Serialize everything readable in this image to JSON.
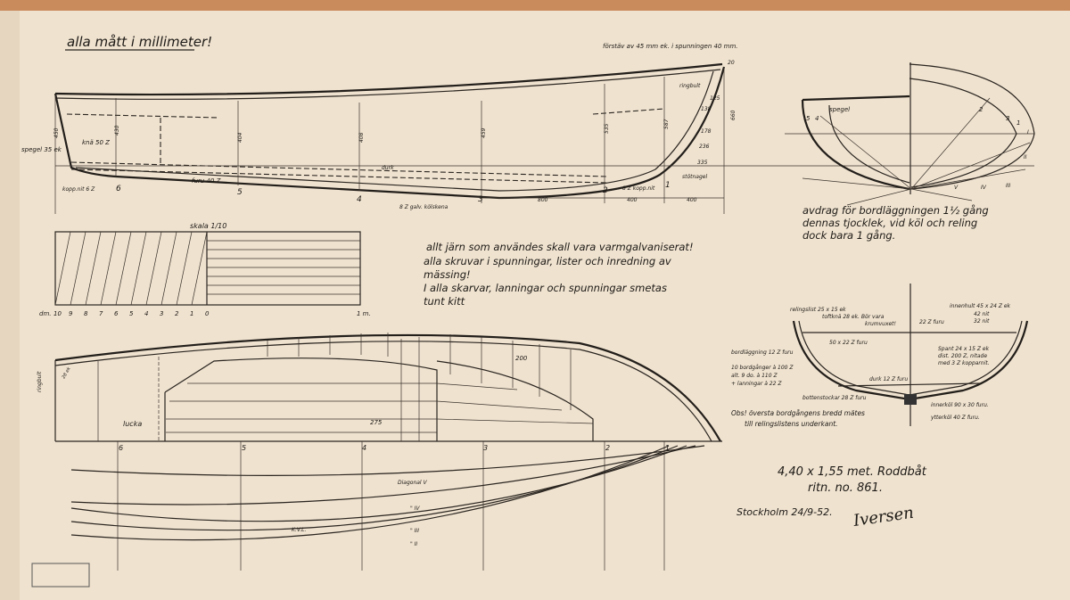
{
  "header_note": "alla mått i millimeter!",
  "stem_note": "förstäv av 45 mm ek. i spunningen 40 mm.",
  "profile": {
    "labels": {
      "transom": "spegel 35 ek",
      "knee": "knä 50 Z",
      "keel": "furu 40 Z",
      "rivet": "kopp.nit 6 Z",
      "ringbolt": "ringbult",
      "stem_bolt": "stötnagel",
      "rivet8": "8 Z kopp.nit",
      "keel_band": "8 Z galv. kölskena",
      "floor": "durk"
    },
    "stations": [
      "6",
      "5",
      "4",
      "3",
      "2",
      "1"
    ],
    "heights": [
      "404",
      "408",
      "459",
      "535",
      "587",
      "660",
      "430",
      "450"
    ],
    "stem_offsets": [
      "20",
      "125",
      "138",
      "178",
      "236",
      "335"
    ],
    "spacing": [
      "800",
      "400",
      "400"
    ]
  },
  "scale": {
    "title": "skala 1/10",
    "unit_left": "dm.",
    "ticks": [
      "10",
      "9",
      "8",
      "7",
      "6",
      "5",
      "4",
      "3",
      "2",
      "1",
      "0"
    ],
    "unit_right": "1 m."
  },
  "notes": [
    "allt järn som användes skall vara varmgalvaniserat!",
    "alla skruvar i spunningar, lister och inredning av",
    "mässing!",
    "I alla skarvar, lanningar och spunningar smetas",
    "tunt kitt"
  ],
  "body_plan": {
    "label": "spegel",
    "numbers": [
      "5",
      "4",
      "3",
      "2",
      "1"
    ],
    "diagonals": [
      "I",
      "II",
      "III",
      "IV",
      "V"
    ],
    "note": [
      "avdrag för bordläggningen 1½ gång",
      "dennas tjocklek, vid köl och reling",
      "dock bara 1 gång."
    ]
  },
  "section": {
    "gunwale": "relingslist 25 x 15 ek",
    "thwart_knee": "toftknä 28 ek. Bör vara",
    "thwart_knee2": "krumvuxet!",
    "thwart": "22 Z furu",
    "inwale": "innenhult 45 x 24 Z ek",
    "rivet42": "42 nit",
    "rivet32": "32 nit",
    "riser": "50 x 22 Z furu",
    "planking": "bordläggning 12 Z furu",
    "strakes1": "10 bordgånger à 100 Z",
    "strakes2": "alt. 9 do. à 110 Z",
    "strakes3": "+ lanningar à 22 Z",
    "frames1": "Spant 24 x 15 Z ek",
    "frames2": "dist. 200 Z, nitade",
    "frames3": "med 3 Z kopparnit.",
    "floorboards": "durk 12 Z furu",
    "floors": "bottenstockar 28 Z furu",
    "inner_keel": "innerköl 90 x 30 furu.",
    "outer_keel": "ytterköl 40 Z furu.",
    "obs1": "Obs! översta bordgångens bredd mätes",
    "obs2": "till relingslistens underkant."
  },
  "plan": {
    "ringbolt": "ringbult",
    "knee": "28 ek",
    "hatch": "lucka",
    "dim275": "275",
    "dim200": "200",
    "stations": [
      "6",
      "5",
      "4",
      "3",
      "2",
      "1"
    ],
    "diagonal_v": "Diagonal V",
    "diag_iv": "\" IV",
    "diag_iii": "\" III",
    "diag_ii": "\" II",
    "kvl": "K.V.L."
  },
  "title_block": {
    "title": "4,40 x 1,55 met. Roddbåt",
    "drawing_no": "ritn. no. 861.",
    "place_date": "Stockholm 24/9-52.",
    "signature": "Iversen"
  },
  "colors": {
    "paper": "#efe2cf",
    "ink": "#221e1a",
    "edge": "#c98a5c"
  }
}
